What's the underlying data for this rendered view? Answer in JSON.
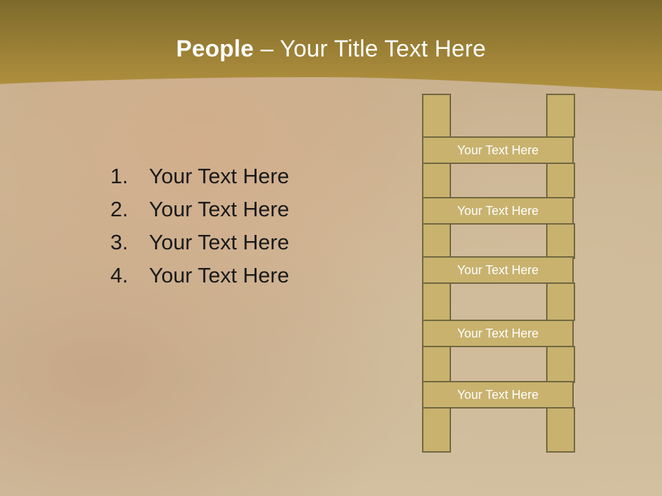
{
  "slide": {
    "title_bold": "People",
    "title_rest": " – Your Title Text Here",
    "list": [
      {
        "num": "1.",
        "text": "Your Text Here"
      },
      {
        "num": "2.",
        "text": "Your Text Here"
      },
      {
        "num": "3.",
        "text": "Your Text Here"
      },
      {
        "num": "4.",
        "text": "Your Text Here"
      }
    ],
    "rungs": [
      "Your Text Here",
      "Your Text Here",
      "Your Text Here",
      "Your Text Here",
      "Your Text Here"
    ]
  },
  "colors": {
    "header_band": "#a88a3a",
    "ladder_fill": "#c8b26e",
    "ladder_border": "#6f6640",
    "title_text": "#ffffff",
    "list_text": "#1a1a1a"
  }
}
